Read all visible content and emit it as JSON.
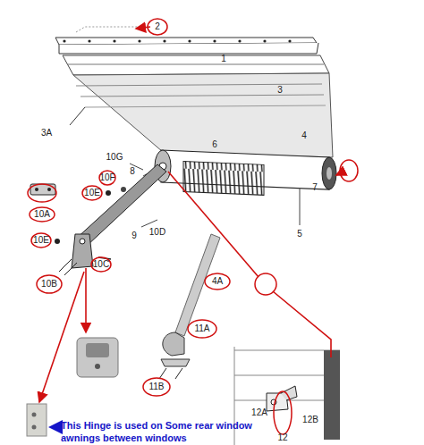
{
  "diagram": {
    "labels": [
      "2",
      "1",
      "3",
      "3A",
      "4",
      "10G",
      "8",
      "6",
      "7",
      "10F",
      "10E",
      "10A",
      "10E",
      "9",
      "10D",
      "10C",
      "10B",
      "5",
      "4A",
      "11A",
      "11B",
      "12A",
      "12B",
      "12",
      "This Hinge is used on Some rear window awnings between windows"
    ]
  }
}
